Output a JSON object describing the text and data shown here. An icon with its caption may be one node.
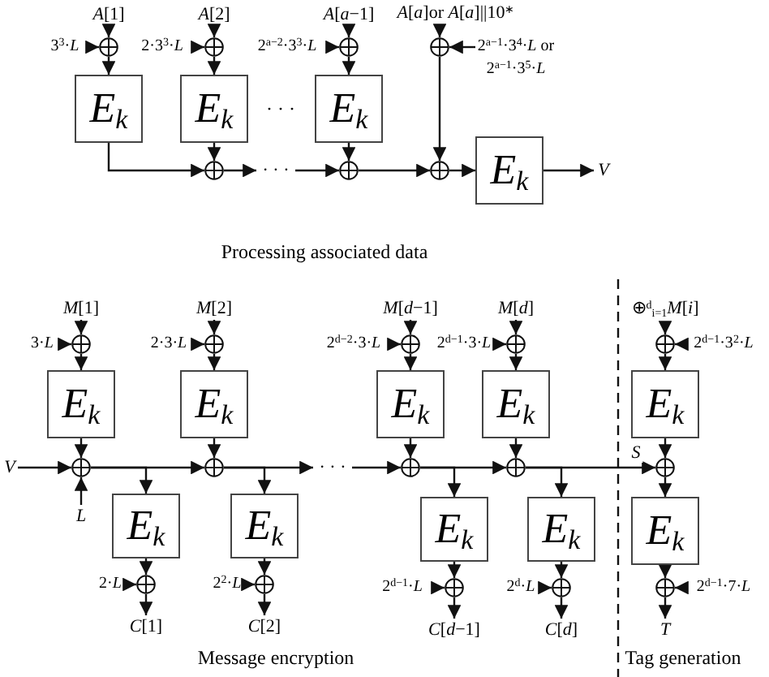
{
  "diagram": {
    "nodes": [
      {
        "text": [
          "*A*[1]"
        ]
      },
      {
        "text": [
          "3$^{3}$·*L*"
        ]
      },
      {
        "text": [],
        "shape": "circle"
      },
      {
        "text": [
          "E$_{k}$"
        ]
      },
      {
        "text": [
          "*A*[2]"
        ]
      },
      {
        "text": [
          "2·3$^{3}$·*L*"
        ]
      },
      {
        "text": [],
        "shape": "circle"
      },
      {
        "text": [
          "E$_{k}$"
        ]
      },
      {
        "text": [
          "*A*[*a*−1]"
        ]
      },
      {
        "text": [
          "2$^{a−2}$·3$^{3}$·*L*"
        ]
      },
      {
        "text": [],
        "shape": "circle"
      },
      {
        "text": [
          "E$_{k}$"
        ]
      },
      {
        "text": [
          "*A*[*a*]or *A*[*a*]||10$^{∗}$"
        ]
      },
      {
        "text": [
          "2$^{a−1}$·3$^{4}$·*L* or 2$^{a−1}$·3$^{5}$·*L*"
        ]
      },
      {
        "text": [],
        "shape": "circle"
      },
      {
        "text": [],
        "shape": "circle"
      },
      {
        "text": [
          "· · ·"
        ]
      },
      {
        "text": [],
        "shape": "circle"
      },
      {
        "text": [],
        "shape": "circle"
      },
      {
        "text": [
          "E$_{k}$"
        ]
      },
      {
        "text": [
          "*V*"
        ]
      },
      {
        "text": [
          "*M*[1]"
        ]
      },
      {
        "text": [
          "3·*L*"
        ]
      },
      {
        "text": [],
        "shape": "circle"
      },
      {
        "text": [
          "E$_{k}$"
        ]
      },
      {
        "text": [
          "*V*"
        ]
      },
      {
        "text": [
          "*L*"
        ]
      },
      {
        "text": [],
        "shape": "circle"
      },
      {
        "text": [
          "*M*[2]"
        ]
      },
      {
        "text": [
          "2·3·*L*"
        ]
      },
      {
        "text": [],
        "shape": "circle"
      },
      {
        "text": [
          "E$_{k}$"
        ]
      },
      {
        "text": [],
        "shape": "circle"
      },
      {
        "text": [
          "E$_{k}$"
        ]
      },
      {
        "text": [
          "2·*L*"
        ]
      },
      {
        "text": [],
        "shape": "circle"
      },
      {
        "text": [
          "*C*[1]"
        ]
      },
      {
        "text": [
          "E$_{k}$"
        ]
      },
      {
        "text": [
          "2$^{2}$·*L*"
        ]
      },
      {
        "text": [],
        "shape": "circle"
      },
      {
        "text": [
          "*C*[2]"
        ]
      },
      {
        "text": [
          "· · ·"
        ]
      },
      {
        "text": [
          "*M*[*d*−1]"
        ]
      },
      {
        "text": [
          "2$^{d−2}$·3·*L*"
        ]
      },
      {
        "text": [],
        "shape": "circle"
      },
      {
        "text": [
          "E$_{k}$"
        ]
      },
      {
        "text": [],
        "shape": "circle"
      },
      {
        "text": [
          "*M*[*d*]"
        ]
      },
      {
        "text": [
          "2$^{d−1}$·3·*L*"
        ]
      },
      {
        "text": [],
        "shape": "circle"
      },
      {
        "text": [
          "E$_{k}$"
        ]
      },
      {
        "text": [],
        "shape": "circle"
      },
      {
        "text": [
          "E$_{k}$"
        ]
      },
      {
        "text": [
          "2$^{d−1}$·*L*"
        ]
      },
      {
        "text": [],
        "shape": "circle"
      },
      {
        "text": [
          "*C*[*d*−1]"
        ]
      },
      {
        "text": [
          "E$_{k}$"
        ]
      },
      {
        "text": [
          "2$^{d}$·*L*"
        ]
      },
      {
        "text": [],
        "shape": "circle"
      },
      {
        "text": [
          "*C*[*d*]"
        ]
      },
      {
        "text": [
          "⊕$^{d}$$_{i=1}$*M*[*i*]"
        ]
      },
      {
        "text": [
          "2$^{d−1}$·3$^{2}$·*L*"
        ]
      },
      {
        "text": [],
        "shape": "circle"
      },
      {
        "text": [
          "E$_{k}$"
        ]
      },
      {
        "text": [],
        "shape": "circle"
      },
      {
        "text": [
          "E$_{k}$"
        ]
      },
      {
        "text": [
          "2$^{d−1}$·7·*L*"
        ]
      },
      {
        "text": [],
        "shape": "circle"
      },
      {
        "text": [
          "*T*"
        ]
      }
    ],
    "edges": [
      {
        "from": 0,
        "to": 2,
        "arrow": "to"
      },
      {
        "from": 1,
        "to": 2,
        "arrow": "to"
      },
      {
        "from": 2,
        "to": 3,
        "arrow": "to"
      },
      {
        "from": 4,
        "to": 6,
        "arrow": "to"
      },
      {
        "from": 5,
        "to": 6,
        "arrow": "to"
      },
      {
        "from": 6,
        "to": 7,
        "arrow": "to"
      },
      {
        "from": 8,
        "to": 10,
        "arrow": "to"
      },
      {
        "from": 9,
        "to": 10,
        "arrow": "to"
      },
      {
        "from": 10,
        "to": 11,
        "arrow": "to"
      },
      {
        "from": 12,
        "to": 14,
        "arrow": "to"
      },
      {
        "from": 13,
        "to": 14,
        "arrow": "to"
      },
      {
        "from": 3,
        "to": 15,
        "arrow": "to"
      },
      {
        "from": 7,
        "to": 15,
        "arrow": "to"
      },
      {
        "from": 15,
        "to": 16,
        "arrow": "to"
      },
      {
        "from": 16,
        "to": 17,
        "arrow": "to"
      },
      {
        "from": 11,
        "to": 17,
        "arrow": "to"
      },
      {
        "from": 17,
        "to": 18,
        "arrow": "to"
      },
      {
        "from": 14,
        "to": 18,
        "arrow": "to"
      },
      {
        "from": 18,
        "to": 19,
        "arrow": "to"
      },
      {
        "from": 19,
        "to": 20,
        "arrow": "to"
      },
      {
        "from": 21,
        "to": 23,
        "arrow": "to"
      },
      {
        "from": 22,
        "to": 23,
        "arrow": "to"
      },
      {
        "from": 23,
        "to": 24,
        "arrow": "to"
      },
      {
        "from": 24,
        "to": 27,
        "arrow": "to"
      },
      {
        "from": 25,
        "to": 27,
        "arrow": "to"
      },
      {
        "from": 26,
        "to": 27,
        "arrow": "to"
      },
      {
        "from": 27,
        "to": 32,
        "arrow": "to"
      },
      {
        "from": 27,
        "to": 33,
        "arrow": "to"
      },
      {
        "from": 28,
        "to": 30,
        "arrow": "to"
      },
      {
        "from": 29,
        "to": 30,
        "arrow": "to"
      },
      {
        "from": 30,
        "to": 31,
        "arrow": "to"
      },
      {
        "from": 31,
        "to": 32,
        "arrow": "to"
      },
      {
        "from": 32,
        "to": 41,
        "arrow": "to"
      },
      {
        "from": 32,
        "to": 37,
        "arrow": "to"
      },
      {
        "from": 33,
        "to": 35,
        "arrow": "to"
      },
      {
        "from": 34,
        "to": 35,
        "arrow": "to"
      },
      {
        "from": 35,
        "to": 36,
        "arrow": "to"
      },
      {
        "from": 37,
        "to": 39,
        "arrow": "to"
      },
      {
        "from": 38,
        "to": 39,
        "arrow": "to"
      },
      {
        "from": 39,
        "to": 40,
        "arrow": "to"
      },
      {
        "from": 41,
        "to": 46,
        "arrow": "to"
      },
      {
        "from": 42,
        "to": 44,
        "arrow": "to"
      },
      {
        "from": 43,
        "to": 44,
        "arrow": "to"
      },
      {
        "from": 44,
        "to": 45,
        "arrow": "to"
      },
      {
        "from": 45,
        "to": 46,
        "arrow": "to"
      },
      {
        "from": 46,
        "to": 51,
        "arrow": "to"
      },
      {
        "from": 46,
        "to": 52,
        "arrow": "to"
      },
      {
        "from": 47,
        "to": 49,
        "arrow": "to"
      },
      {
        "from": 48,
        "to": 49,
        "arrow": "to"
      },
      {
        "from": 49,
        "to": 50,
        "arrow": "to"
      },
      {
        "from": 50,
        "to": 51,
        "arrow": "to"
      },
      {
        "from": 51,
        "to": 64,
        "arrow": "to",
        "label": "*S*"
      },
      {
        "from": 51,
        "to": 56,
        "arrow": "to"
      },
      {
        "from": 52,
        "to": 54,
        "arrow": "to"
      },
      {
        "from": 53,
        "to": 54,
        "arrow": "to"
      },
      {
        "from": 54,
        "to": 55,
        "arrow": "to"
      },
      {
        "from": 56,
        "to": 58,
        "arrow": "to"
      },
      {
        "from": 57,
        "to": 58,
        "arrow": "to"
      },
      {
        "from": 58,
        "to": 59,
        "arrow": "to"
      },
      {
        "from": 60,
        "to": 62,
        "arrow": "to"
      },
      {
        "from": 61,
        "to": 62,
        "arrow": "to"
      },
      {
        "from": 62,
        "to": 63,
        "arrow": "to"
      },
      {
        "from": 63,
        "to": 64,
        "arrow": "to"
      },
      {
        "from": 64,
        "to": 65,
        "arrow": "to"
      },
      {
        "from": 65,
        "to": 67,
        "arrow": "to"
      },
      {
        "from": 66,
        "to": 67,
        "arrow": "to"
      },
      {
        "from": 67,
        "to": 68,
        "arrow": "to"
      }
    ],
    "labels": [
      "· · ·",
      "Processing associated data",
      "Message encryption",
      "Tag generation"
    ]
  }
}
